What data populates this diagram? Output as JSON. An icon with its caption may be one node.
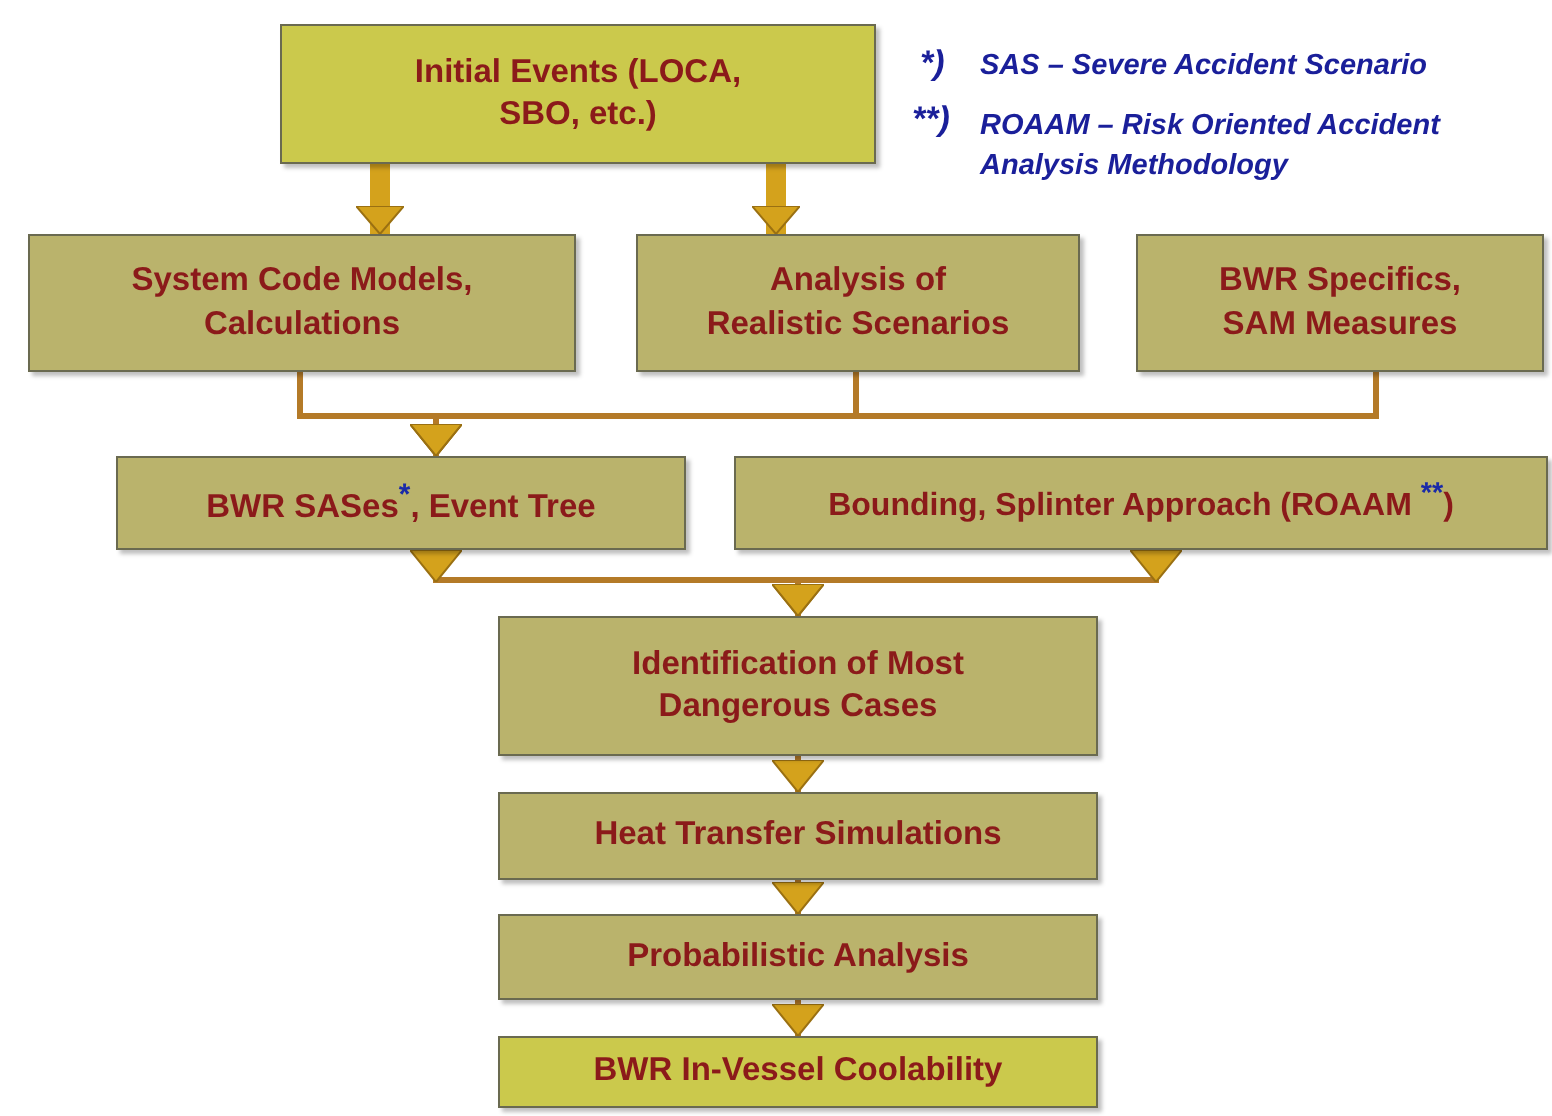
{
  "diagram": {
    "nodes": [
      {
        "text": [
          "Initial Events (LOCA, SBO, etc.)"
        ]
      },
      {
        "text": [
          "System Code Models, Calculations"
        ]
      },
      {
        "text": [
          "Analysis of Realistic Scenarios"
        ]
      },
      {
        "text": [
          "BWR Specifics, SAM Measures"
        ]
      },
      {
        "text": [
          "BWR SASes$^{*}$, Event Tree"
        ]
      },
      {
        "text": [
          "Bounding, Splinter Approach (ROAAM $^{**}$)"
        ]
      },
      {
        "text": [
          "Identification of Most Dangerous Cases"
        ]
      },
      {
        "text": [
          "Heat Transfer Simulations"
        ]
      },
      {
        "text": [
          "Probabilistic Analysis"
        ]
      },
      {
        "text": [
          "BWR In-Vessel Coolability"
        ]
      }
    ],
    "edges": [
      {
        "from": 0,
        "to": 1,
        "arrow": "to",
        "style": "thick"
      },
      {
        "from": 0,
        "to": 2,
        "arrow": "to",
        "style": "thick"
      },
      {
        "from": 1,
        "to": 4,
        "arrow": "to"
      },
      {
        "from": 2,
        "to": 4,
        "arrow": "to"
      },
      {
        "from": 3,
        "to": 4,
        "arrow": "to"
      },
      {
        "from": 4,
        "to": 6,
        "arrow": "to"
      },
      {
        "from": 5,
        "to": 6,
        "arrow": "to"
      },
      {
        "from": 6,
        "to": 7,
        "arrow": "to"
      },
      {
        "from": 7,
        "to": 8,
        "arrow": "to"
      },
      {
        "from": 8,
        "to": 9,
        "arrow": "to"
      }
    ],
    "labels": [
      "*)",
      "SAS – Severe Accident Scenario",
      "**)",
      "ROAAM – Risk Oriented Accident Analysis Methodology"
    ]
  }
}
